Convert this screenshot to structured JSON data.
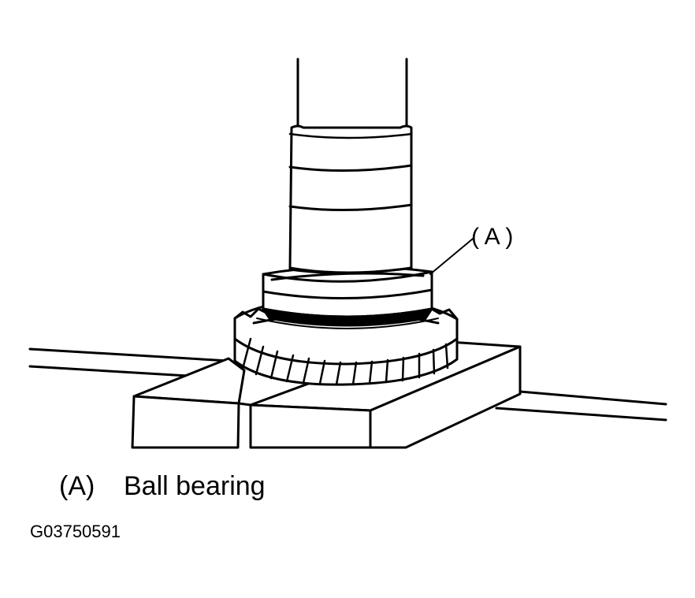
{
  "figure": {
    "callout": "( A )",
    "legend": {
      "key": "(A)",
      "text": "Ball bearing"
    },
    "code": "G03750591"
  }
}
